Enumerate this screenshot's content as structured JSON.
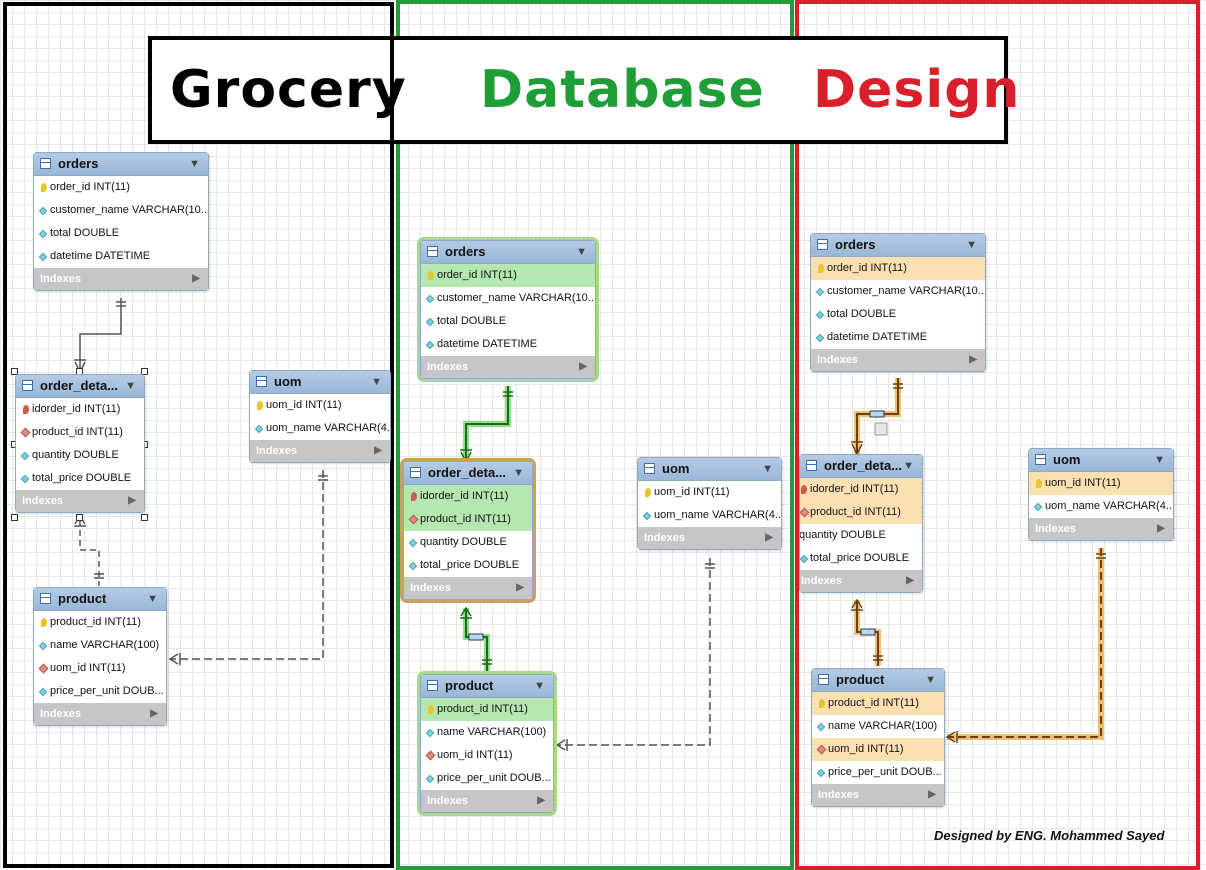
{
  "title": {
    "word1": "Grocery",
    "word2": "Database",
    "word3": "Design"
  },
  "colors": {
    "black": "#000000",
    "green": "#1f9d36",
    "red": "#d9202a"
  },
  "credit": "Designed by ENG. Mohammed Sayed",
  "indexes_label": "Indexes",
  "tables": {
    "orders": {
      "name": "orders",
      "columns": [
        "order_id INT(11)",
        "customer_name VARCHAR(10...",
        "total DOUBLE",
        "datetime DATETIME"
      ]
    },
    "order_details": {
      "name": "order_deta...",
      "columns": [
        "idorder_id INT(11)",
        "product_id INT(11)",
        "quantity DOUBLE",
        "total_price DOUBLE"
      ]
    },
    "uom": {
      "name": "uom",
      "columns": [
        "uom_id INT(11)",
        "uom_name VARCHAR(4..."
      ]
    },
    "product": {
      "name": "product",
      "columns": [
        "product_id INT(11)",
        "name VARCHAR(100)",
        "uom_id INT(11)",
        "price_per_unit DOUB..."
      ]
    }
  },
  "icons": [
    "table-icon",
    "primary-key-icon",
    "foreign-key-icon",
    "attribute-icon",
    "collapse-arrow-icon",
    "expand-arrow-icon"
  ]
}
